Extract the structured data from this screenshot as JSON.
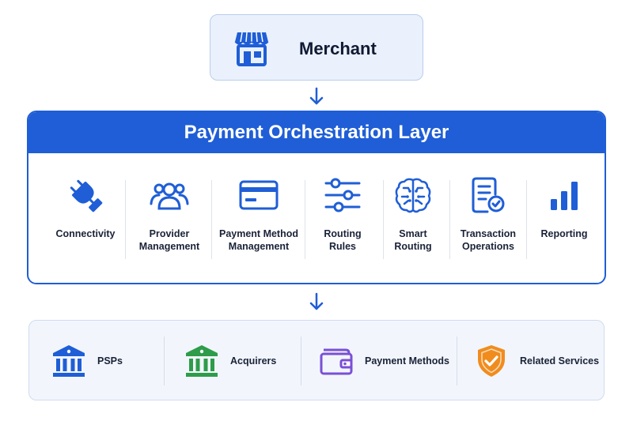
{
  "merchant": {
    "label": "Merchant",
    "icon": "storefront-icon"
  },
  "orchestration": {
    "title": "Payment Orchestration Layer",
    "color": "#1f5ed6",
    "items": [
      {
        "line1": "Connectivity",
        "line2": "",
        "icon": "plug-icon"
      },
      {
        "line1": "Provider",
        "line2": "Management",
        "icon": "users-icon"
      },
      {
        "line1": "Payment Method",
        "line2": "Management",
        "icon": "card-icon"
      },
      {
        "line1": "Routing",
        "line2": "Rules",
        "icon": "sliders-icon"
      },
      {
        "line1": "Smart",
        "line2": "Routing",
        "icon": "brain-icon"
      },
      {
        "line1": "Transaction",
        "line2": "Operations",
        "icon": "document-check-icon"
      },
      {
        "line1": "Reporting",
        "line2": "",
        "icon": "bar-chart-icon"
      }
    ]
  },
  "providers": {
    "items": [
      {
        "label": "PSPs",
        "icon": "bank-icon",
        "color": "#1f5ed6"
      },
      {
        "label": "Acquirers",
        "icon": "bank-icon",
        "color": "#2e9c4a"
      },
      {
        "label": "Payment Methods",
        "icon": "wallet-icon",
        "color": "#7a4fd6"
      },
      {
        "label": "Related Services",
        "icon": "shield-check-icon",
        "color": "#f08c1e"
      }
    ]
  }
}
